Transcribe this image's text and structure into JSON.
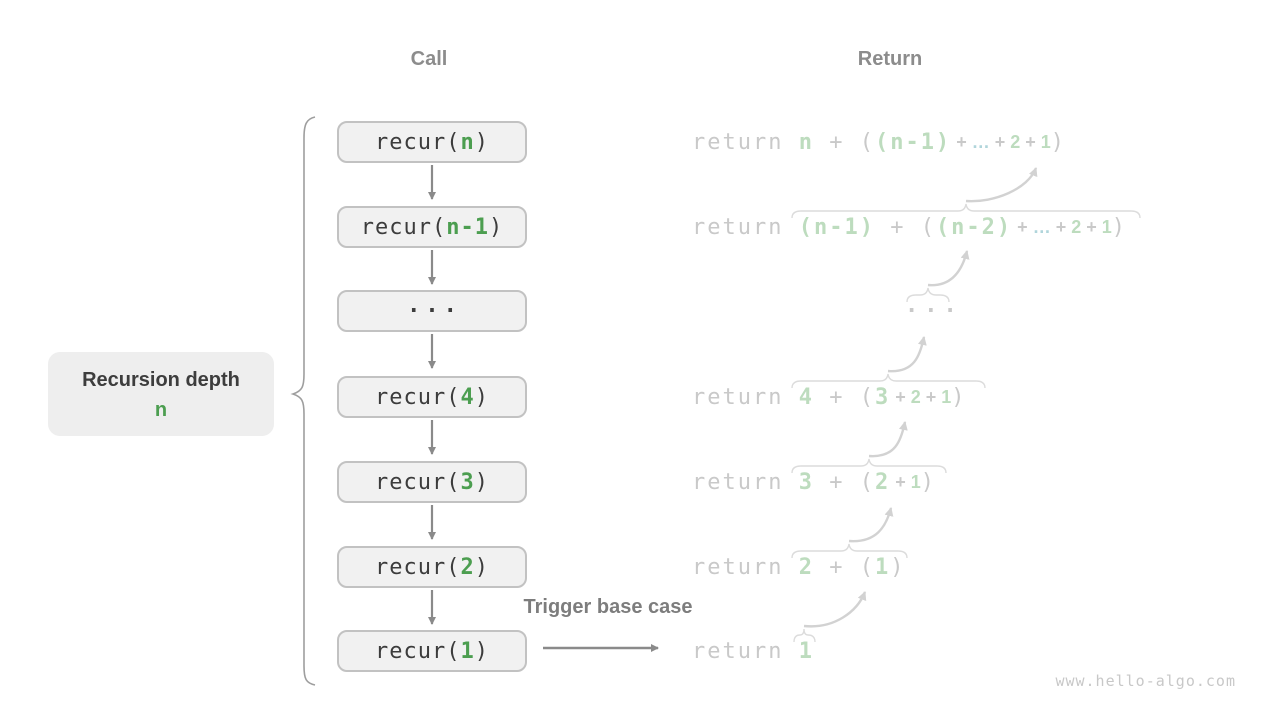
{
  "colors": {
    "green": "#4c9e50",
    "light_green": "#bddcbe",
    "code_text": "#3c3c3c",
    "dim_text": "#c9c9c9",
    "dots_blue": "#b0d5db",
    "box_bg": "#f1f1f1",
    "box_border": "#c2c2c2",
    "header_gray": "#8c8c8c",
    "arrow_gray": "#8a8a8a",
    "light_arrow_gray": "#d2d2d2",
    "brace_gray": "#9e9e9e",
    "light_brace_gray": "#dcdcdc",
    "label_bg": "#eeeeee",
    "label_text": "#3d3d3d",
    "trigger_text": "#7d7d7d",
    "watermark_gray": "#c8c8c8"
  },
  "headers": {
    "call": "Call",
    "return": "Return"
  },
  "depth_label": {
    "title": "Recursion depth",
    "value": "n"
  },
  "trigger_label": "Trigger base case",
  "watermark": "www.hello-algo.com",
  "call_stack": {
    "boxes": [
      {
        "tokens": [
          {
            "t": "recur(",
            "c": "code"
          },
          {
            "t": "n",
            "c": "arg"
          },
          {
            "t": ")",
            "c": "code"
          }
        ]
      },
      {
        "tokens": [
          {
            "t": "recur(",
            "c": "code"
          },
          {
            "t": "n-1",
            "c": "arg"
          },
          {
            "t": ")",
            "c": "code"
          }
        ]
      },
      {
        "tokens": [
          {
            "t": "···",
            "c": "dots"
          }
        ]
      },
      {
        "tokens": [
          {
            "t": "recur(",
            "c": "code"
          },
          {
            "t": "4",
            "c": "arg"
          },
          {
            "t": ")",
            "c": "code"
          }
        ]
      },
      {
        "tokens": [
          {
            "t": "recur(",
            "c": "code"
          },
          {
            "t": "3",
            "c": "arg"
          },
          {
            "t": ")",
            "c": "code"
          }
        ]
      },
      {
        "tokens": [
          {
            "t": "recur(",
            "c": "code"
          },
          {
            "t": "2",
            "c": "arg"
          },
          {
            "t": ")",
            "c": "code"
          }
        ]
      },
      {
        "tokens": [
          {
            "t": "recur(",
            "c": "code"
          },
          {
            "t": "1",
            "c": "arg"
          },
          {
            "t": ")",
            "c": "code"
          }
        ]
      }
    ]
  },
  "return_column": {
    "lines": [
      {
        "tokens": [
          {
            "t": "return ",
            "c": "dim"
          },
          {
            "t": "n",
            "c": "grn"
          },
          {
            "t": " + (",
            "c": "dim"
          },
          {
            "t": "(n-1)",
            "c": "grn"
          },
          {
            "t": " + ",
            "c": "tdim"
          },
          {
            "t": "…",
            "c": "tdots"
          },
          {
            "t": " + ",
            "c": "tdim"
          },
          {
            "t": "2",
            "c": "tgrn"
          },
          {
            "t": " + ",
            "c": "tdim"
          },
          {
            "t": "1",
            "c": "tgrn"
          },
          {
            "t": ")",
            "c": "dim"
          }
        ]
      },
      {
        "tokens": [
          {
            "t": "return ",
            "c": "dim"
          },
          {
            "t": "(n-1)",
            "c": "grn"
          },
          {
            "t": " + (",
            "c": "dim"
          },
          {
            "t": "(n-2)",
            "c": "grn"
          },
          {
            "t": " + ",
            "c": "tdim"
          },
          {
            "t": "…",
            "c": "tdots"
          },
          {
            "t": " + ",
            "c": "tdim"
          },
          {
            "t": "2",
            "c": "tgrn"
          },
          {
            "t": " + ",
            "c": "tdim"
          },
          {
            "t": "1",
            "c": "tgrn"
          },
          {
            "t": ")",
            "c": "dim"
          }
        ]
      },
      {
        "tokens": [
          {
            "t": "···",
            "c": "rdots"
          }
        ]
      },
      {
        "tokens": [
          {
            "t": "return ",
            "c": "dim"
          },
          {
            "t": "4",
            "c": "grn"
          },
          {
            "t": " + (",
            "c": "dim"
          },
          {
            "t": "3",
            "c": "grn"
          },
          {
            "t": " + ",
            "c": "tdim"
          },
          {
            "t": "2",
            "c": "tgrn"
          },
          {
            "t": " + ",
            "c": "tdim"
          },
          {
            "t": "1",
            "c": "tgrn"
          },
          {
            "t": ")",
            "c": "dim"
          }
        ]
      },
      {
        "tokens": [
          {
            "t": "return ",
            "c": "dim"
          },
          {
            "t": "3",
            "c": "grn"
          },
          {
            "t": " + (",
            "c": "dim"
          },
          {
            "t": "2",
            "c": "grn"
          },
          {
            "t": " + ",
            "c": "tdim"
          },
          {
            "t": "1",
            "c": "tgrn"
          },
          {
            "t": ")",
            "c": "dim"
          }
        ]
      },
      {
        "tokens": [
          {
            "t": "return ",
            "c": "dim"
          },
          {
            "t": "2",
            "c": "grn"
          },
          {
            "t": " + (",
            "c": "dim"
          },
          {
            "t": "1",
            "c": "grn"
          },
          {
            "t": ")",
            "c": "dim"
          }
        ]
      },
      {
        "tokens": [
          {
            "t": "return ",
            "c": "dim"
          },
          {
            "t": "1",
            "c": "grn"
          }
        ]
      }
    ]
  }
}
